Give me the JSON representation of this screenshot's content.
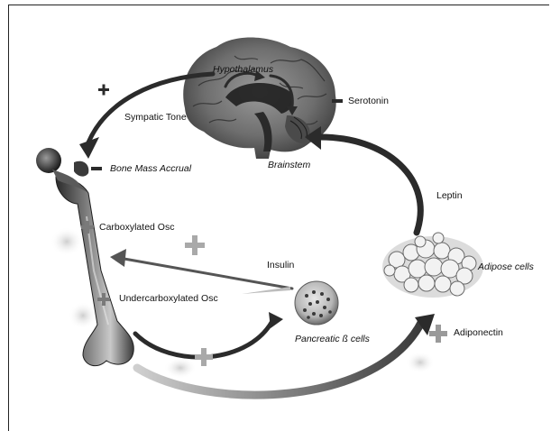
{
  "labels": {
    "hypothalamus": "Hypothalamus",
    "brainstem": "Brainstem",
    "serotonin": "Serotonin",
    "sympathetic_tone": "Sympatic Tone",
    "bone_mass_accrual": "Bone Mass Accrual",
    "leptin": "Leptin",
    "carboxylated_osc": "Carboxylated Osc",
    "undercarboxylated_osc": "Undercarboxylated Osc",
    "insulin": "Insulin",
    "adipose_cells": "Adipose cells",
    "pancreatic_cells": "Pancreatic ß cells",
    "adiponectin": "Adiponectin"
  },
  "colors": {
    "arrow": "#2b2b2b",
    "sign": "#333333",
    "plus_light": "#a9a9a9"
  }
}
